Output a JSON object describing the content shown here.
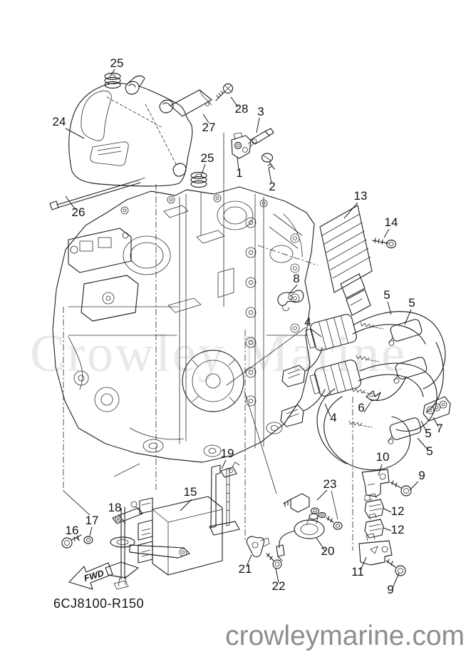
{
  "diagram": {
    "drawing_number": "6CJ8100-R150",
    "website": "crowleymarine.com",
    "watermark": "Crowley Marine",
    "fwd_label": "FWD",
    "colors": {
      "line": "#262626",
      "callout_text": "#111111",
      "watermark": "#e9e9e9",
      "website_text": "#8d8d8d",
      "background": "#ffffff"
    },
    "callouts": [
      {
        "n": "25"
      },
      {
        "n": "24"
      },
      {
        "n": "27"
      },
      {
        "n": "28"
      },
      {
        "n": "3"
      },
      {
        "n": "1"
      },
      {
        "n": "2"
      },
      {
        "n": "25"
      },
      {
        "n": "26"
      },
      {
        "n": "13"
      },
      {
        "n": "14"
      },
      {
        "n": "8"
      },
      {
        "n": "4"
      },
      {
        "n": "5"
      },
      {
        "n": "5"
      },
      {
        "n": "6"
      },
      {
        "n": "4"
      },
      {
        "n": "7"
      },
      {
        "n": "5"
      },
      {
        "n": "5"
      },
      {
        "n": "10"
      },
      {
        "n": "9"
      },
      {
        "n": "12"
      },
      {
        "n": "12"
      },
      {
        "n": "11"
      },
      {
        "n": "9"
      },
      {
        "n": "23"
      },
      {
        "n": "19"
      },
      {
        "n": "15"
      },
      {
        "n": "20"
      },
      {
        "n": "21"
      },
      {
        "n": "22"
      },
      {
        "n": "18"
      },
      {
        "n": "17"
      },
      {
        "n": "16"
      }
    ]
  }
}
